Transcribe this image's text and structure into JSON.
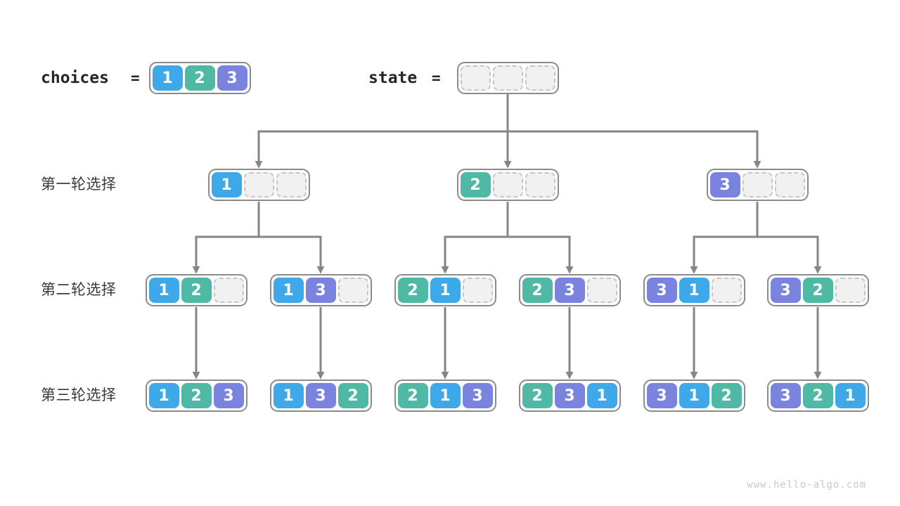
{
  "header": {
    "choices_label": "choices",
    "choices_equals": "=",
    "choices_cells": [
      "1",
      "2",
      "3"
    ],
    "state_label": "state",
    "state_equals": "=",
    "state_cells": [
      "",
      "",
      ""
    ]
  },
  "rounds": [
    {
      "label": "第一轮选择",
      "nodes": [
        [
          "1",
          "",
          ""
        ],
        [
          "2",
          "",
          ""
        ],
        [
          "3",
          "",
          ""
        ]
      ]
    },
    {
      "label": "第二轮选择",
      "nodes": [
        [
          "1",
          "2",
          ""
        ],
        [
          "1",
          "3",
          ""
        ],
        [
          "2",
          "1",
          ""
        ],
        [
          "2",
          "3",
          ""
        ],
        [
          "3",
          "1",
          ""
        ],
        [
          "3",
          "2",
          ""
        ]
      ]
    },
    {
      "label": "第三轮选择",
      "nodes": [
        [
          "1",
          "2",
          "3"
        ],
        [
          "1",
          "3",
          "2"
        ],
        [
          "2",
          "1",
          "3"
        ],
        [
          "2",
          "3",
          "1"
        ],
        [
          "3",
          "1",
          "2"
        ],
        [
          "3",
          "2",
          "1"
        ]
      ]
    }
  ],
  "colors": {
    "cell_colors": {
      "1": "#3fa8e8",
      "2": "#4fb9a6",
      "3": "#7a84de"
    },
    "connector": "#868686",
    "box_border": "#8b8b8b",
    "empty_cell_fill": "#f1f1f1",
    "empty_cell_border": "#c6c6c6",
    "label_text": "#3a3a3a",
    "code_text": "#262626"
  },
  "watermark": "www.hello-algo.com"
}
